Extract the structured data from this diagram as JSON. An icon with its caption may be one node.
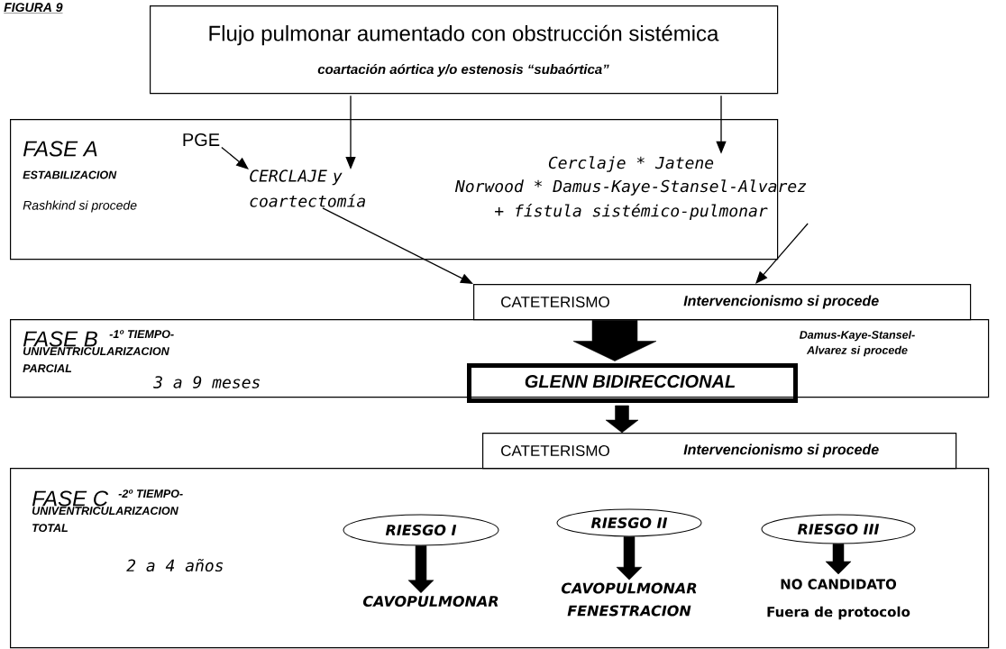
{
  "diagram": {
    "nodes": [
      {
        "text": [
          "Flujo pulmonar aumentado con obstrucción sistémica",
          "coartación aórtica y/o estenosis “subaórtica”"
        ]
      },
      {
        "text": [
          "FASE A",
          "ESTABILIZACION",
          "Rashkind si procede"
        ]
      },
      {
        "text": [
          "PGE"
        ],
        "in": 1
      },
      {
        "text": [
          "CERCLAJE y coartectomía"
        ],
        "in": 1
      },
      {
        "text": [
          "Cerclaje * Jatene",
          "Norwood * Damus-Kaye-Stansel-Alvarez",
          "+ fístula sistémico-pulmonar"
        ],
        "in": 1
      },
      {
        "text": [
          "CATETERISMO",
          "Intervencionismo si procede"
        ]
      },
      {
        "text": [
          "FASE B",
          "-1º TIEMPO- UNIVENTRICULARIZACION PARCIAL",
          "3 a 9 meses",
          "Damus-Kaye-Stansel-Alvarez si procede"
        ]
      },
      {
        "text": [
          "GLENN BIDIRECCIONAL"
        ],
        "in": 6
      },
      {
        "text": [
          "CATETERISMO",
          "Intervencionismo si procede"
        ]
      },
      {
        "text": [
          "FASE C",
          "-2º TIEMPO- UNIVENTRICULARIZACION TOTAL",
          "2 a 4 años"
        ]
      },
      {
        "text": [
          "RIESGO I"
        ],
        "in": 9
      },
      {
        "text": [
          "RIESGO II"
        ],
        "in": 9
      },
      {
        "text": [
          "RIESGO III"
        ],
        "in": 9
      },
      {
        "text": [
          "CAVOPULMONAR"
        ],
        "in": 9
      },
      {
        "text": [
          "CAVOPULMONAR FENESTRACION"
        ],
        "in": 9
      },
      {
        "text": [
          "NO CANDIDATO",
          "Fuera de protocolo"
        ],
        "in": 9
      }
    ],
    "edges": [
      {
        "from": 0,
        "to": 3,
        "arrow": "to"
      },
      {
        "from": 0,
        "to": 4,
        "arrow": "to"
      },
      {
        "from": 2,
        "to": 3,
        "arrow": "to"
      },
      {
        "from": 3,
        "to": 5,
        "arrow": "to"
      },
      {
        "from": 4,
        "to": 5,
        "arrow": "to"
      },
      {
        "from": 5,
        "to": 7,
        "arrow": "to",
        "style": "thick"
      },
      {
        "from": 7,
        "to": 8,
        "arrow": "to",
        "style": "thick"
      },
      {
        "from": 10,
        "to": 13,
        "arrow": "to",
        "style": "thick"
      },
      {
        "from": 11,
        "to": 14,
        "arrow": "to",
        "style": "thick"
      },
      {
        "from": 12,
        "to": 15,
        "arrow": "to",
        "style": "thick"
      }
    ],
    "labels": [
      "FIGURA 9"
    ]
  }
}
